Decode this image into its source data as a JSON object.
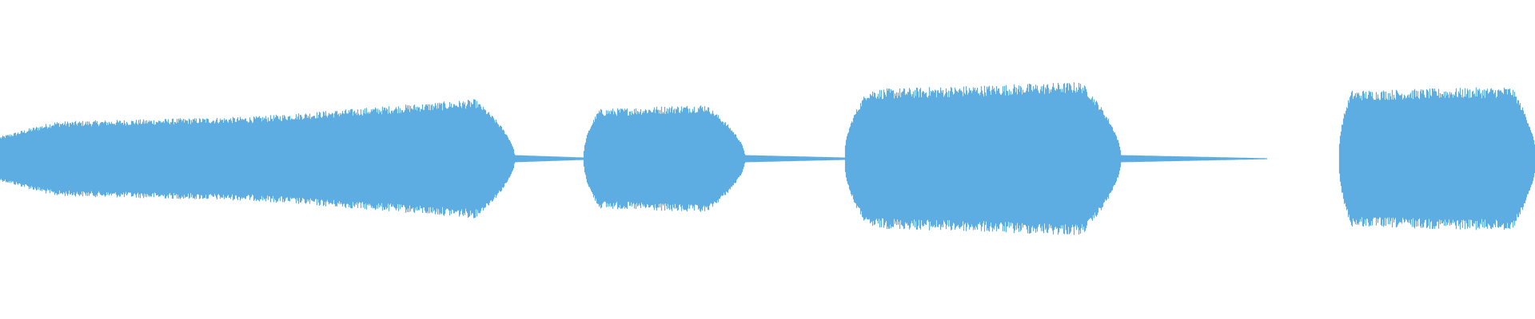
{
  "waveform": {
    "color": "#5DADE2",
    "segments": [
      {
        "start": 0.0,
        "end": 0.035,
        "amp_start": 0.18,
        "amp_end": 0.3,
        "kind": "tone"
      },
      {
        "start": 0.035,
        "end": 0.165,
        "amp_start": 0.3,
        "amp_end": 0.34,
        "kind": "tone"
      },
      {
        "start": 0.165,
        "end": 0.31,
        "amp_start": 0.34,
        "amp_end": 0.48,
        "kind": "tone"
      },
      {
        "start": 0.31,
        "end": 0.335,
        "amp_start": 0.48,
        "amp_end": 0.03,
        "kind": "decay"
      },
      {
        "start": 0.335,
        "end": 0.38,
        "amp_start": 0.03,
        "amp_end": 0.01,
        "kind": "tail"
      },
      {
        "start": 0.38,
        "end": 0.39,
        "amp_start": 0.01,
        "amp_end": 0.4,
        "kind": "attack"
      },
      {
        "start": 0.39,
        "end": 0.46,
        "amp_start": 0.4,
        "amp_end": 0.44,
        "kind": "tone"
      },
      {
        "start": 0.46,
        "end": 0.485,
        "amp_start": 0.44,
        "amp_end": 0.03,
        "kind": "decay"
      },
      {
        "start": 0.485,
        "end": 0.55,
        "amp_start": 0.03,
        "amp_end": 0.01,
        "kind": "tail"
      },
      {
        "start": 0.55,
        "end": 0.565,
        "amp_start": 0.01,
        "amp_end": 0.56,
        "kind": "attack"
      },
      {
        "start": 0.565,
        "end": 0.705,
        "amp_start": 0.56,
        "amp_end": 0.62,
        "kind": "tone"
      },
      {
        "start": 0.705,
        "end": 0.73,
        "amp_start": 0.62,
        "amp_end": 0.03,
        "kind": "decay"
      },
      {
        "start": 0.73,
        "end": 0.825,
        "amp_start": 0.03,
        "amp_end": 0.004,
        "kind": "tail"
      },
      {
        "start": 0.825,
        "end": 0.872,
        "amp_start": 0.0,
        "amp_end": 0.0,
        "kind": "silence"
      },
      {
        "start": 0.872,
        "end": 0.88,
        "amp_start": 0.02,
        "amp_end": 0.55,
        "kind": "attack"
      },
      {
        "start": 0.88,
        "end": 0.985,
        "amp_start": 0.55,
        "amp_end": 0.58,
        "kind": "tone"
      },
      {
        "start": 0.985,
        "end": 1.0,
        "amp_start": 0.58,
        "amp_end": 0.05,
        "kind": "decay"
      }
    ]
  }
}
